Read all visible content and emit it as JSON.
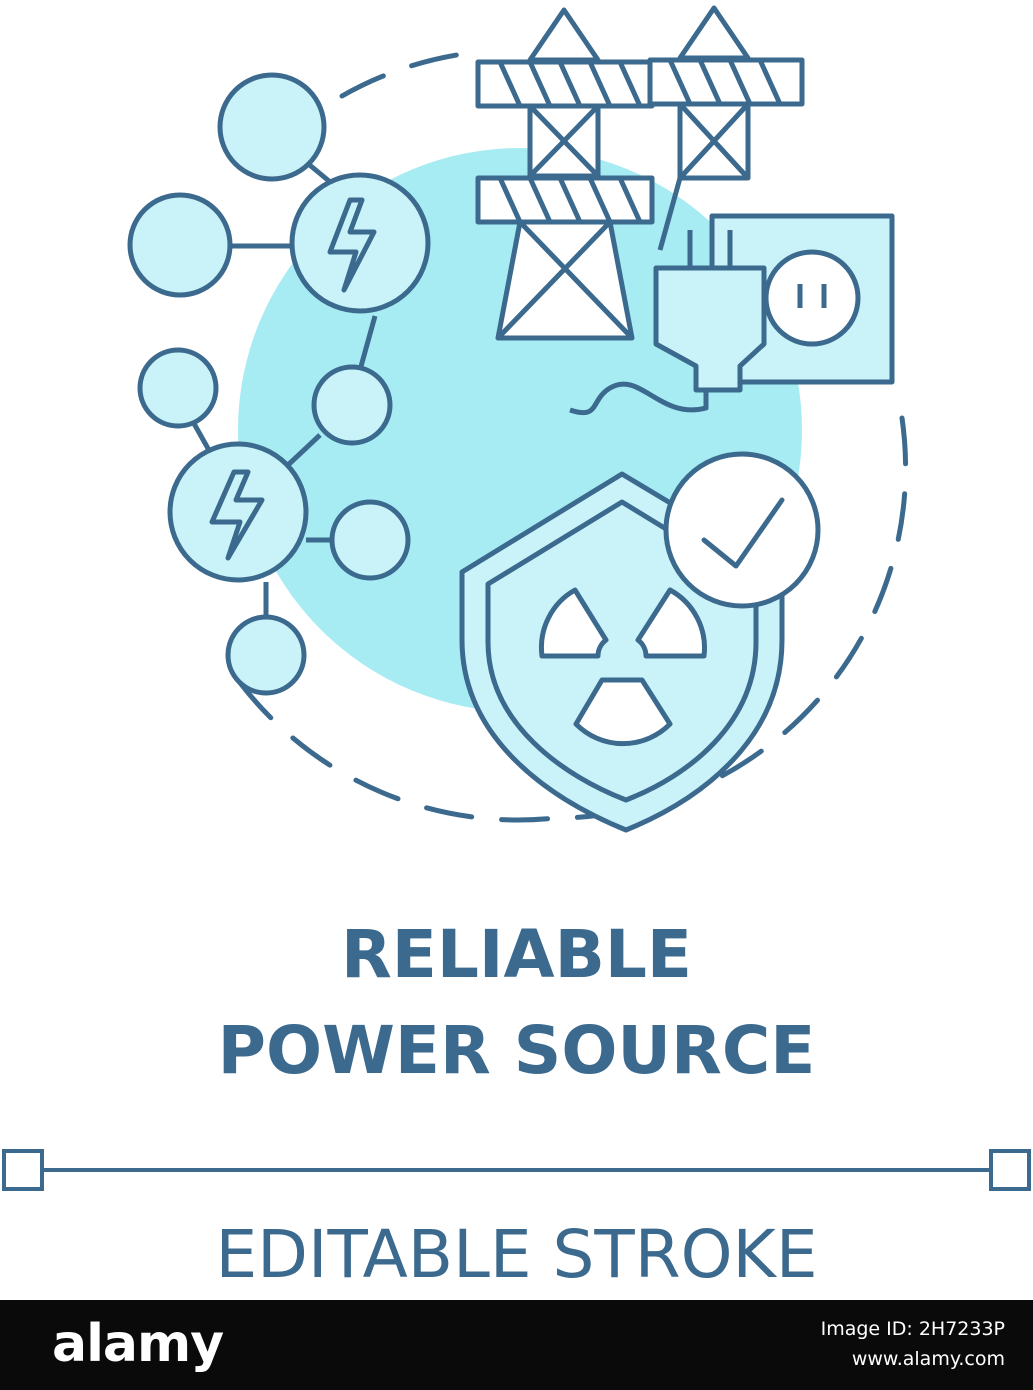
{
  "colors": {
    "stroke": "#3b6a8e",
    "fill_light": "#c9f3f8",
    "fill_accent": "#a7ecf3",
    "background": "#ffffff",
    "footer_bg": "#0a0a0a"
  },
  "icons": [
    "power-grid-network-icon",
    "transmission-tower-icon",
    "plug-socket-icon",
    "radiation-shield-icon",
    "checkmark-badge-icon",
    "lightning-bolt-icon"
  ],
  "title": {
    "line1": "RELIABLE",
    "line2": "POWER SOURCE"
  },
  "caption": "EDITABLE STROKE",
  "footer": {
    "brand": "alamy",
    "image_id_label": "Image ID: 2H7233P",
    "site": "www.alamy.com"
  }
}
